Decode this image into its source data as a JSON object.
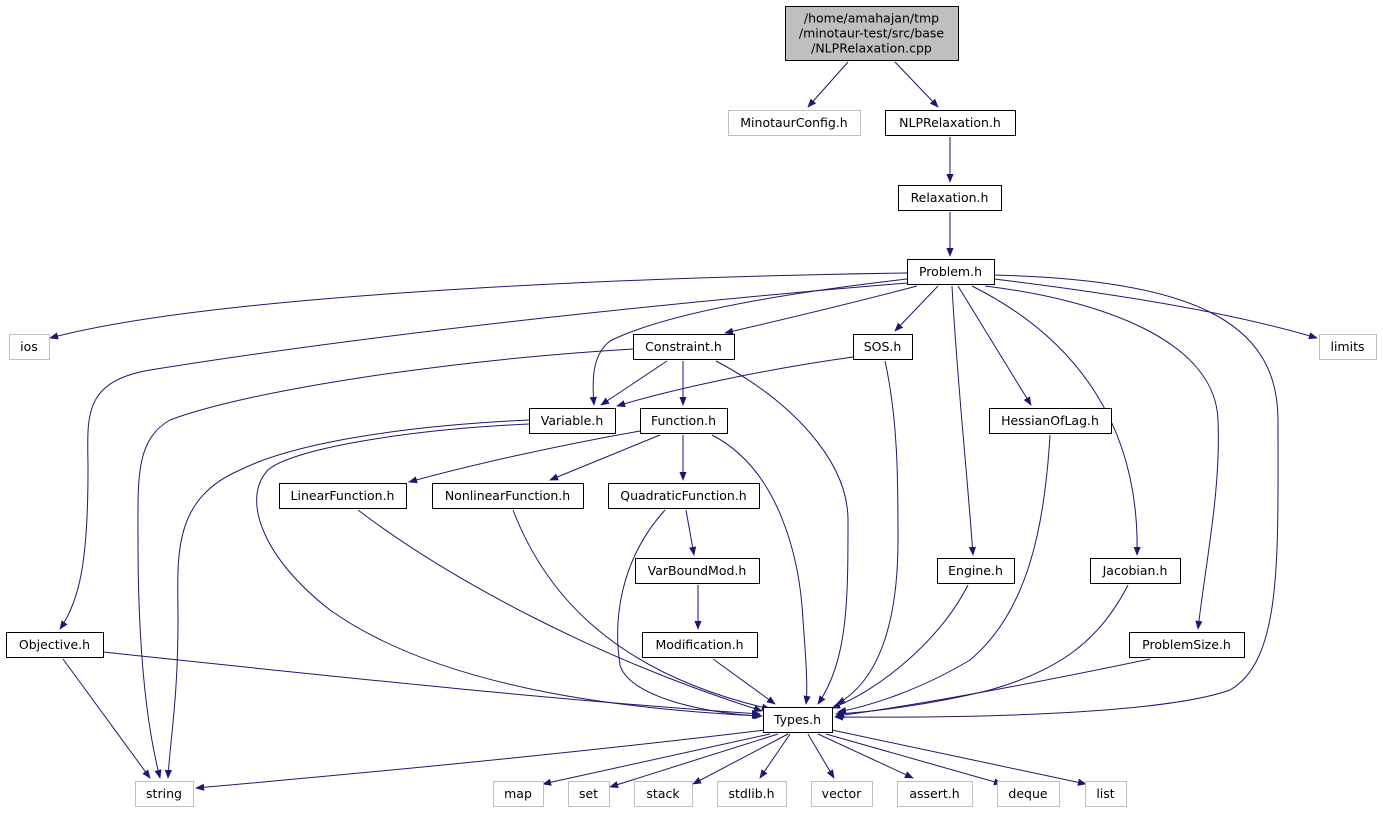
{
  "graph": {
    "edge_color": "#191970",
    "root_fill": "#bfbfbf",
    "external_border": "#bfbfbf",
    "nodes": [
      {
        "id": "root",
        "lines": [
          "/home/amahajan/tmp",
          "/minotaur-test/src/base",
          "/NLPRelaxation.cpp"
        ],
        "kind": "root"
      },
      {
        "id": "MinotaurConfig",
        "lines": [
          "MinotaurConfig.h"
        ],
        "kind": "external"
      },
      {
        "id": "NLPRelaxation",
        "lines": [
          "NLPRelaxation.h"
        ],
        "kind": "local"
      },
      {
        "id": "Relaxation",
        "lines": [
          "Relaxation.h"
        ],
        "kind": "local"
      },
      {
        "id": "Problem",
        "lines": [
          "Problem.h"
        ],
        "kind": "local"
      },
      {
        "id": "ios",
        "lines": [
          "ios"
        ],
        "kind": "external"
      },
      {
        "id": "limits",
        "lines": [
          "limits"
        ],
        "kind": "external"
      },
      {
        "id": "Constraint",
        "lines": [
          "Constraint.h"
        ],
        "kind": "local"
      },
      {
        "id": "SOS",
        "lines": [
          "SOS.h"
        ],
        "kind": "local"
      },
      {
        "id": "Variable",
        "lines": [
          "Variable.h"
        ],
        "kind": "local"
      },
      {
        "id": "Function",
        "lines": [
          "Function.h"
        ],
        "kind": "local"
      },
      {
        "id": "HessianOfLag",
        "lines": [
          "HessianOfLag.h"
        ],
        "kind": "local"
      },
      {
        "id": "LinearFunction",
        "lines": [
          "LinearFunction.h"
        ],
        "kind": "local"
      },
      {
        "id": "NonlinearFunction",
        "lines": [
          "NonlinearFunction.h"
        ],
        "kind": "local"
      },
      {
        "id": "QuadraticFunction",
        "lines": [
          "QuadraticFunction.h"
        ],
        "kind": "local"
      },
      {
        "id": "VarBoundMod",
        "lines": [
          "VarBoundMod.h"
        ],
        "kind": "local"
      },
      {
        "id": "Engine",
        "lines": [
          "Engine.h"
        ],
        "kind": "local"
      },
      {
        "id": "Jacobian",
        "lines": [
          "Jacobian.h"
        ],
        "kind": "local"
      },
      {
        "id": "Objective",
        "lines": [
          "Objective.h"
        ],
        "kind": "local"
      },
      {
        "id": "Modification",
        "lines": [
          "Modification.h"
        ],
        "kind": "local"
      },
      {
        "id": "ProblemSize",
        "lines": [
          "ProblemSize.h"
        ],
        "kind": "local"
      },
      {
        "id": "Types",
        "lines": [
          "Types.h"
        ],
        "kind": "local"
      },
      {
        "id": "string",
        "lines": [
          "string"
        ],
        "kind": "external"
      },
      {
        "id": "map",
        "lines": [
          "map"
        ],
        "kind": "external"
      },
      {
        "id": "set",
        "lines": [
          "set"
        ],
        "kind": "external"
      },
      {
        "id": "stack",
        "lines": [
          "stack"
        ],
        "kind": "external"
      },
      {
        "id": "stdlib",
        "lines": [
          "stdlib.h"
        ],
        "kind": "external"
      },
      {
        "id": "vector",
        "lines": [
          "vector"
        ],
        "kind": "external"
      },
      {
        "id": "assert",
        "lines": [
          "assert.h"
        ],
        "kind": "external"
      },
      {
        "id": "deque",
        "lines": [
          "deque"
        ],
        "kind": "external"
      },
      {
        "id": "list",
        "lines": [
          "list"
        ],
        "kind": "external"
      }
    ],
    "edges": [
      [
        "root",
        "MinotaurConfig"
      ],
      [
        "root",
        "NLPRelaxation"
      ],
      [
        "NLPRelaxation",
        "Relaxation"
      ],
      [
        "Relaxation",
        "Problem"
      ],
      [
        "Problem",
        "ios"
      ],
      [
        "Problem",
        "limits"
      ],
      [
        "Problem",
        "Constraint"
      ],
      [
        "Problem",
        "SOS"
      ],
      [
        "Problem",
        "Variable"
      ],
      [
        "Problem",
        "HessianOfLag"
      ],
      [
        "Problem",
        "Engine"
      ],
      [
        "Problem",
        "Jacobian"
      ],
      [
        "Problem",
        "Objective"
      ],
      [
        "Problem",
        "ProblemSize"
      ],
      [
        "Problem",
        "Types"
      ],
      [
        "Constraint",
        "Variable"
      ],
      [
        "Constraint",
        "Function"
      ],
      [
        "Constraint",
        "Types"
      ],
      [
        "Constraint",
        "string"
      ],
      [
        "SOS",
        "Variable"
      ],
      [
        "SOS",
        "Types"
      ],
      [
        "Variable",
        "Types"
      ],
      [
        "Variable",
        "string"
      ],
      [
        "Function",
        "LinearFunction"
      ],
      [
        "Function",
        "NonlinearFunction"
      ],
      [
        "Function",
        "QuadraticFunction"
      ],
      [
        "Function",
        "Types"
      ],
      [
        "LinearFunction",
        "Types"
      ],
      [
        "NonlinearFunction",
        "Types"
      ],
      [
        "QuadraticFunction",
        "VarBoundMod"
      ],
      [
        "QuadraticFunction",
        "Types"
      ],
      [
        "VarBoundMod",
        "Modification"
      ],
      [
        "Modification",
        "Types"
      ],
      [
        "HessianOfLag",
        "Types"
      ],
      [
        "Engine",
        "Types"
      ],
      [
        "Jacobian",
        "Types"
      ],
      [
        "Objective",
        "Types"
      ],
      [
        "Objective",
        "string"
      ],
      [
        "ProblemSize",
        "Types"
      ],
      [
        "Types",
        "string"
      ],
      [
        "Types",
        "map"
      ],
      [
        "Types",
        "set"
      ],
      [
        "Types",
        "stack"
      ],
      [
        "Types",
        "stdlib"
      ],
      [
        "Types",
        "vector"
      ],
      [
        "Types",
        "assert"
      ],
      [
        "Types",
        "deque"
      ],
      [
        "Types",
        "list"
      ]
    ]
  }
}
